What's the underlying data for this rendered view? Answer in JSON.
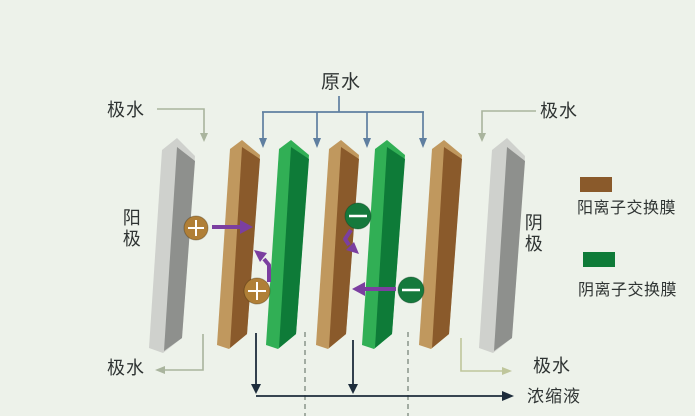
{
  "labels": {
    "raw_water": "原水",
    "polar_water_top_left": "极水",
    "polar_water_top_right": "极水",
    "polar_water_bottom_left": "极水",
    "polar_water_bottom_right": "极水",
    "anode": "阳极",
    "cathode": "阴极",
    "concentrate": "浓缩液"
  },
  "legend": {
    "cation_membrane_label": "阳离子交换膜",
    "anion_membrane_label": "阴离子交换膜"
  },
  "icons": {
    "cation_charge_symbol": "+",
    "anion_charge_symbol": "−"
  },
  "colors": {
    "background": "#edf2ea",
    "text": "#2f3433",
    "electrode_light": "#cfd1cd",
    "electrode_dark": "#8e908d",
    "cation_membrane_light": "#c0985e",
    "cation_membrane_dark": "#8a5a2b",
    "anion_membrane_light": "#31af55",
    "anion_membrane_dark": "#0e7b38",
    "cation_ion": "#b07f37",
    "anion_ion": "#15793c",
    "ion_symbol": "#ffffff",
    "ion_arrow": "#7b3fa0",
    "feed_line": "#5f7fa0",
    "polar_line": "#a9b49d",
    "polar_line_right": "#bfc69b",
    "concentrate_line": "#1d2c3b",
    "diluate_dashed": "#8a948a"
  }
}
